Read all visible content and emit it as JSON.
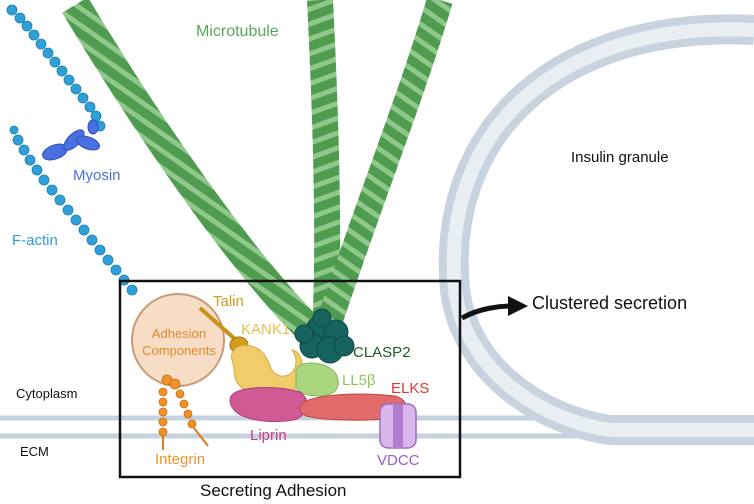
{
  "labels": {
    "microtubule": "Microtubule",
    "insulin_granule": "Insulin granule",
    "myosin": "Myosin",
    "f_actin": "F-actin",
    "talin": "Talin",
    "adhesion_components": "Adhesion Components",
    "kank1": "KANK1",
    "clasp2": "CLASP2",
    "ll5b": "LL5β",
    "elks": "ELKS",
    "liprin": "Liprin",
    "integrin": "Integrin",
    "vdcc": "VDCC",
    "cytoplasm": "Cytoplasm",
    "ecm": "ECM",
    "clustered_secretion": "Clustered secretion",
    "secreting_adhesion": "Secreting Adhesion"
  },
  "colors": {
    "microtubule": "#5aa85a",
    "microtubule_stripe": "#9fd19b",
    "actin": "#2f9fd8",
    "myosin": "#4a6fe0",
    "talin": "#d49a1e",
    "adhesion_fill": "#f7dcc6",
    "adhesion_stroke": "#c99a76",
    "kank1": "#f0cd6a",
    "clasp2": "#17635e",
    "ll5b": "#a9d57f",
    "elks": "#e36a6a",
    "liprin": "#d15a95",
    "integrin": "#f0922a",
    "vdcc": "#b27dcf",
    "granule": "#c9d3df",
    "membrane": "#c5d1dc",
    "text_dark": "#111111",
    "clasp2_text": "#1f5a2a"
  }
}
